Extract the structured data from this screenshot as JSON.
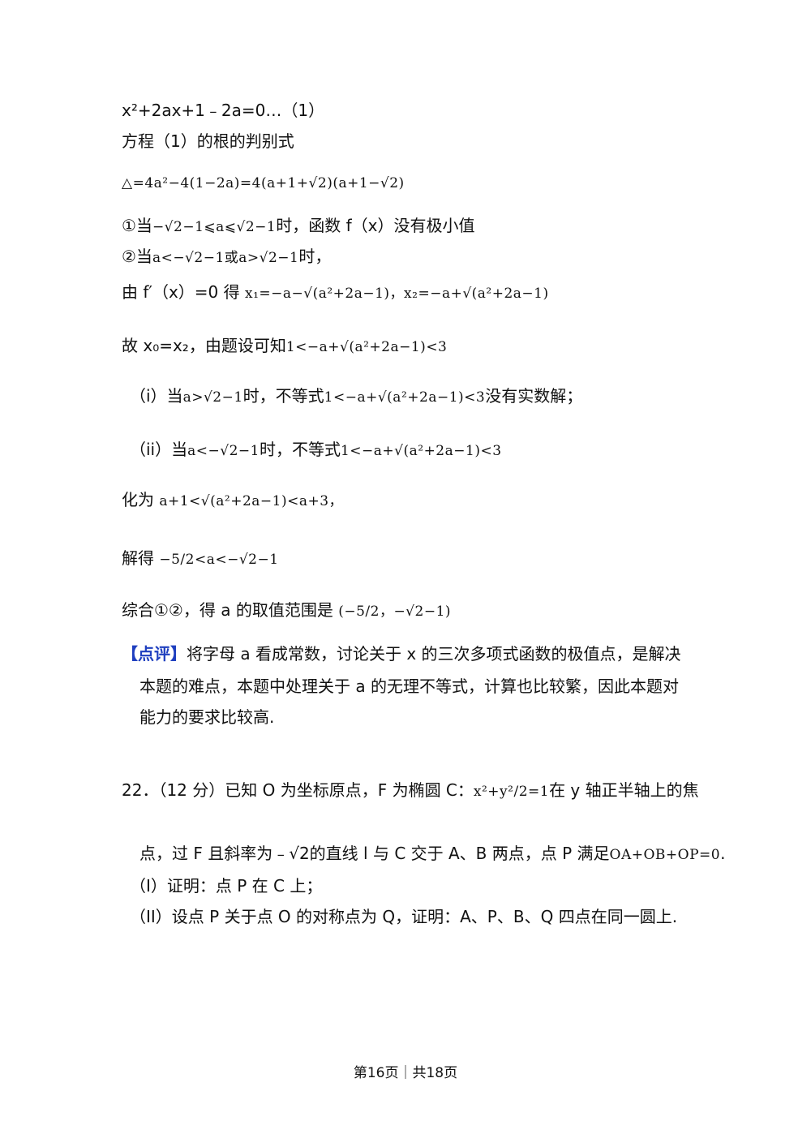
{
  "lines": {
    "l1": "x²+2ax+1﹣2a=0…（1）",
    "l2": "方程（1）的根的判别式",
    "l3": "△=4a²−4(1−2a)=4(a+1+√2)(a+1−√2)",
    "l4a": "①当",
    "l4m": "−√2−1⩽a⩽√2−1",
    "l4b": "时，函数 f（x）没有极小值",
    "l5a": "②当",
    "l5m": "a<−√2−1或a>√2−1",
    "l5b": "时，",
    "l6a": "由 f′（x）=0 得",
    "l6m": "x₁=−a−√(a²+2a−1)，x₂=−a+√(a²+2a−1)",
    "l7a": "故 x₀=x₂，由题设可知",
    "l7m": "1<−a+√(a²+2a−1)<3",
    "l8a": "（i）当",
    "l8m1": "a>√2−1",
    "l8b": "时，不等式",
    "l8m2": "1<−a+√(a²+2a−1)<3",
    "l8c": "没有实数解；",
    "l9a": "（ii）当",
    "l9m1": "a<−√2−1",
    "l9b": "时，不等式",
    "l9m2": "1<−a+√(a²+2a−1)<3",
    "l10a": "化为",
    "l10m": "a+1<√(a²+2a−1)<a+3，",
    "l11a": "解得",
    "l11m": "−5/2<a<−√2−1",
    "l12a": "综合①②，得 a 的取值范围是",
    "l12m": "(−5/2，−√2−1)"
  },
  "comment": {
    "label": "【点评】",
    "line1": "将字母 a 看成常数，讨论关于 x 的三次多项式函数的极值点，是解决",
    "line2": "本题的难点，本题中处理关于 a 的无理不等式，计算也比较繁，因此本题对",
    "line3": "能力的要求比较高."
  },
  "problem": {
    "line1a": "22．（12 分）已知 O 为坐标原点，F 为椭圆 C：",
    "line1m": "x²+y²/2=1",
    "line1b": "在 y 轴正半轴上的焦",
    "line2a": "点，过 F 且斜率为﹣√2的直线 l 与 C 交于 A、B 两点，点 P 满足",
    "line2m": "OA+OB+OP=0",
    "line2b": ".",
    "part1": "（I）证明：点 P 在 C 上；",
    "part2": "（II）设点 P 关于点 O 的对称点为 Q，证明：A、P、B、Q 四点在同一圆上."
  },
  "footer": "第16页｜共18页"
}
